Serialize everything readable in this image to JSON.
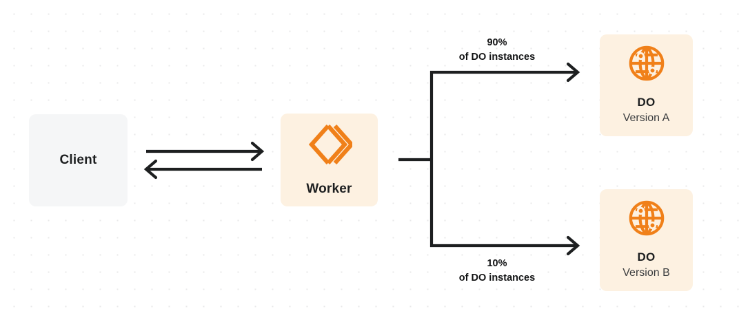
{
  "diagram": {
    "type": "architecture-flow",
    "background": "#ffffff",
    "dot_grid_color": "#e9e9ea",
    "colors": {
      "accent_orange": "#f08019",
      "box_peach": "#fdf1e1",
      "box_gray": "#f5f6f7",
      "line_dark": "#1d1f20",
      "text_dark": "#121314"
    },
    "nodes": {
      "client": {
        "title": "Client",
        "icon": "none"
      },
      "worker": {
        "title": "Worker",
        "icon": "cloudflare-workers-logo"
      },
      "do_a": {
        "title": "DO",
        "subtitle": "Version A",
        "icon": "durable-object-globe"
      },
      "do_b": {
        "title": "DO",
        "subtitle": "Version B",
        "icon": "durable-object-globe"
      }
    },
    "edges": {
      "client_to_worker": {
        "direction": "right",
        "label": ""
      },
      "worker_to_client": {
        "direction": "left",
        "label": ""
      },
      "worker_to_do_a": {
        "direction": "right",
        "percent": "90%",
        "caption": "of DO instances"
      },
      "worker_to_do_b": {
        "direction": "right",
        "percent": "10%",
        "caption": "of DO instances"
      }
    }
  }
}
